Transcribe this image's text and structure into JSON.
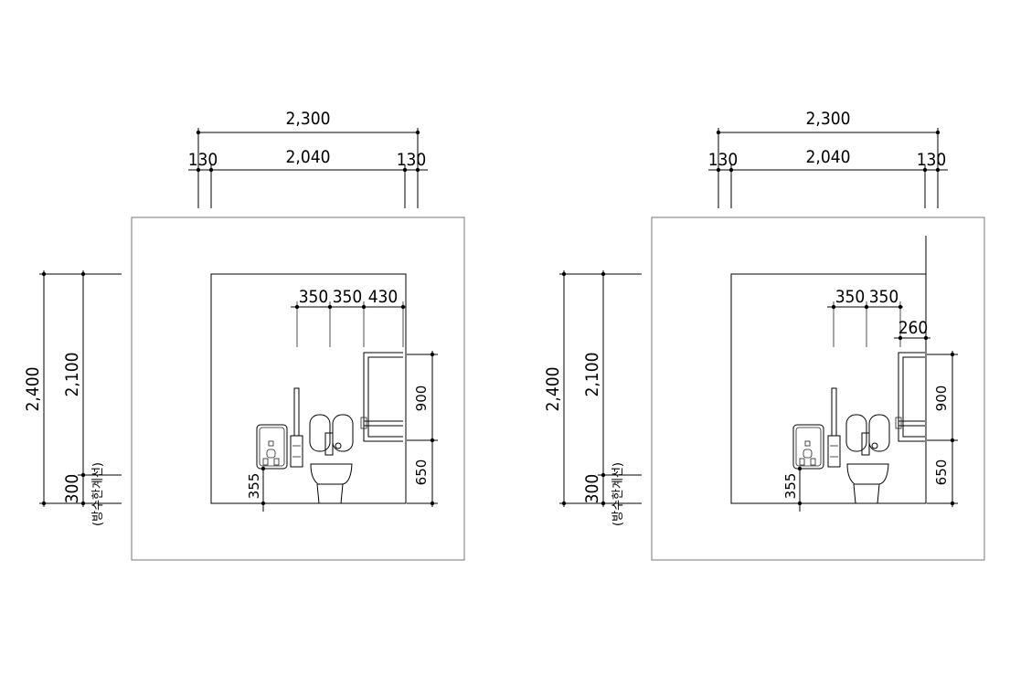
{
  "panels": [
    {
      "id": "left",
      "top_total": "2,300",
      "top_mid": "2,040",
      "top_left": "130",
      "top_right": "130",
      "h_total": "2,400",
      "h_inner": "2,100",
      "h_base": "300",
      "note": "(방수한계선)",
      "wall_dims": [
        "350",
        "350",
        "430"
      ],
      "rail_offset": null,
      "paper_height": "355",
      "rail_upper": "900",
      "rail_lower": "650"
    },
    {
      "id": "right",
      "top_total": "2,300",
      "top_mid": "2,040",
      "top_left": "130",
      "top_right": "130",
      "h_total": "2,400",
      "h_inner": "2,100",
      "h_base": "300",
      "note": "(방수한계선)",
      "wall_dims": [
        "350",
        "350"
      ],
      "rail_offset": "260",
      "paper_height": "355",
      "rail_upper": "900",
      "rail_lower": "650"
    }
  ]
}
